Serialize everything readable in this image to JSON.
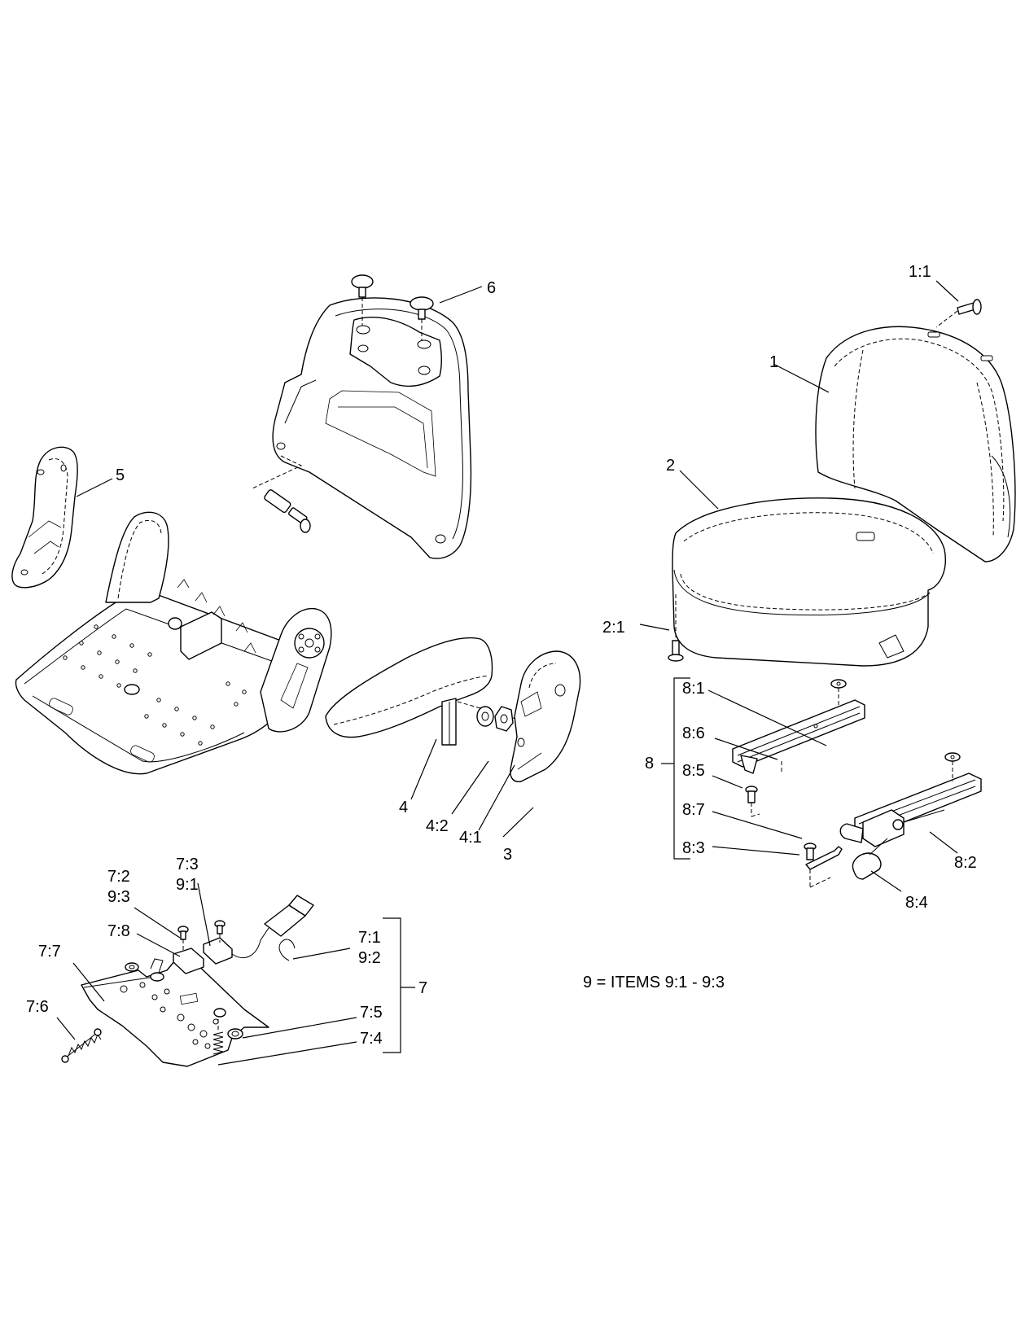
{
  "labels": {
    "l1_1": "1:1",
    "l1": "1",
    "l2": "2",
    "l2_1": "2:1",
    "l3": "3",
    "l4": "4",
    "l4_1": "4:1",
    "l4_2": "4:2",
    "l5": "5",
    "l6": "6",
    "l7": "7",
    "l7_1": "7:1",
    "l7_2": "7:2",
    "l7_3": "7:3",
    "l7_4": "7:4",
    "l7_5": "7:5",
    "l7_6": "7:6",
    "l7_7": "7:7",
    "l7_8": "7:8",
    "l8": "8",
    "l8_1": "8:1",
    "l8_2": "8:2",
    "l8_3": "8:3",
    "l8_4": "8:4",
    "l8_5": "8:5",
    "l8_6": "8:6",
    "l8_7": "8:7",
    "l9_1": "9:1",
    "l9_2": "9:2",
    "l9_3": "9:3"
  },
  "note": "9 = ITEMS 9:1 - 9:3"
}
